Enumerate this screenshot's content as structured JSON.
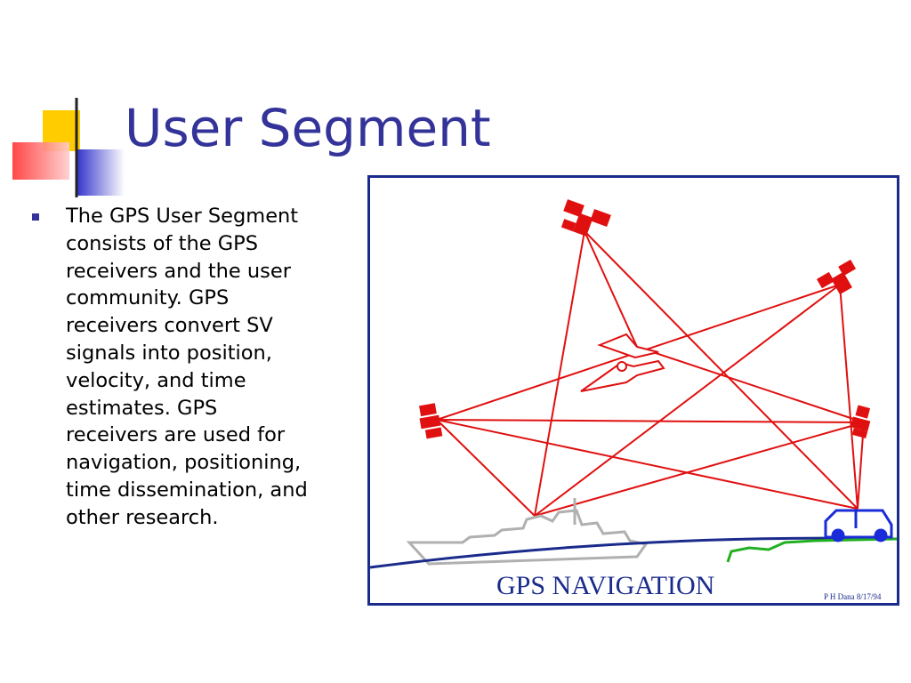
{
  "slide": {
    "title": "User Segment",
    "bullet": "The GPS User Segment consists of the GPS receivers and the user community. GPS receivers convert SV signals into position, velocity, and time estimates. GPS receivers are used for navigation, positioning, time dissemination, and other research."
  },
  "figure": {
    "caption": "GPS NAVIGATION",
    "credit": "P H Dana 8/17/94",
    "colors": {
      "frame": "#1a2b8c",
      "signal_lines": "#e01010",
      "caption": "#1a2b8c",
      "ship": "#b0b0b0",
      "van": "#1a2bd8",
      "terrain": "#22b022"
    }
  }
}
